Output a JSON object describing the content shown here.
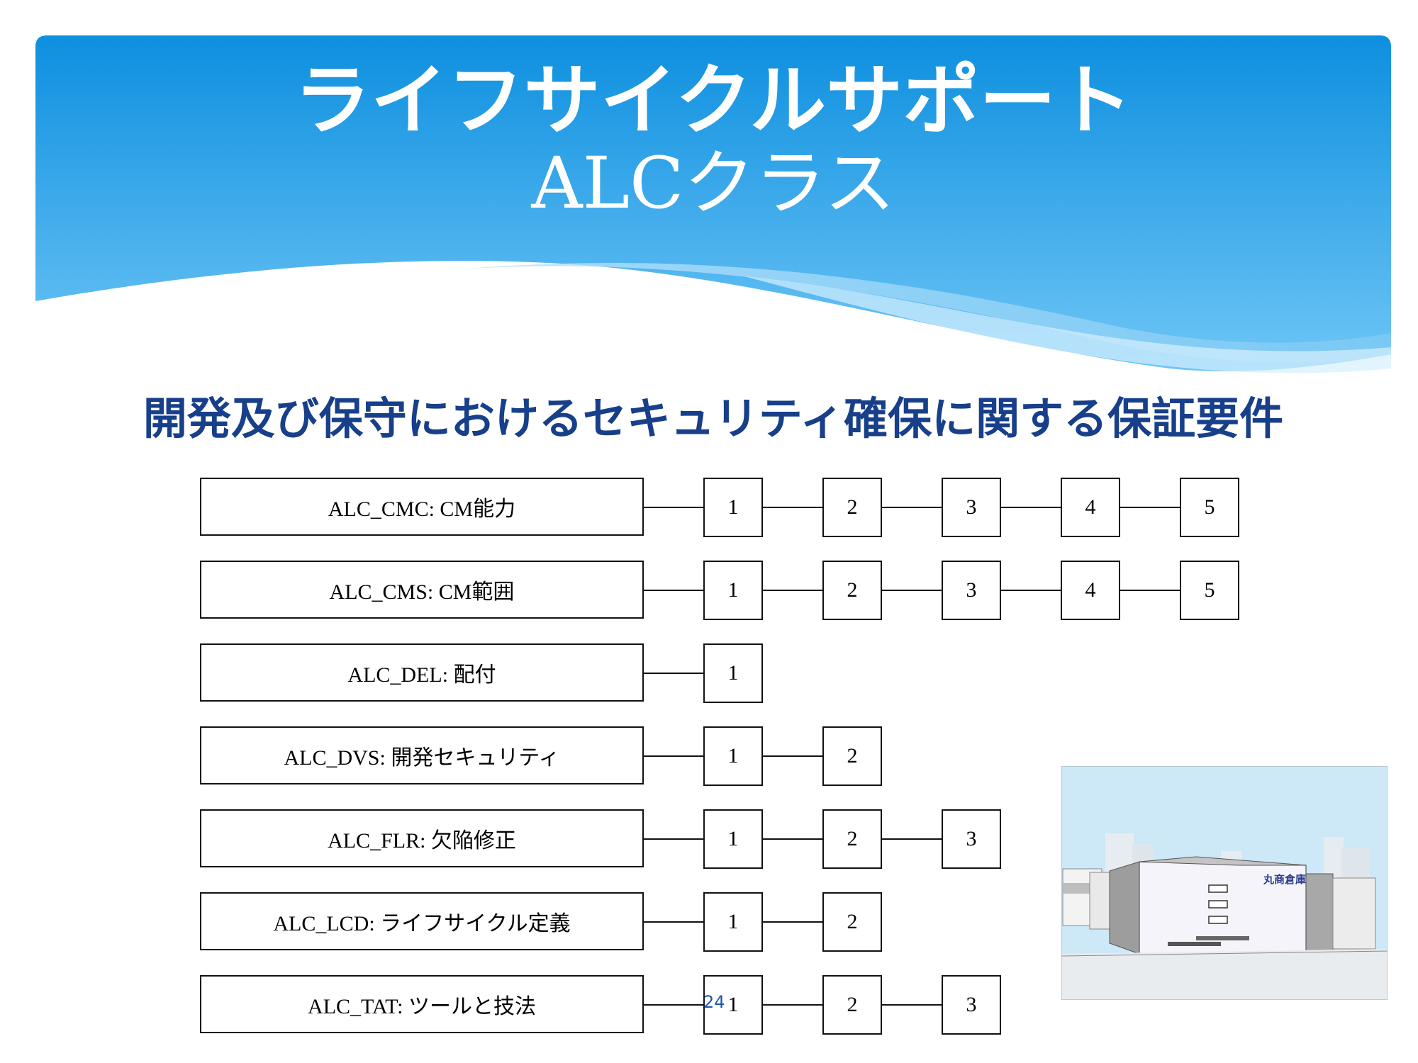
{
  "slide": {
    "title_line1": "ライフサイクルサポート",
    "title_line2": "ALCクラス",
    "subtitle": "開発及び保守におけるセキュリティ確保に関する保証要件",
    "page_number": "24"
  },
  "rows": [
    {
      "label": "ALC_CMC: CM能力",
      "levels": [
        "1",
        "2",
        "3",
        "4",
        "5"
      ]
    },
    {
      "label": "ALC_CMS: CM範囲",
      "levels": [
        "1",
        "2",
        "3",
        "4",
        "5"
      ]
    },
    {
      "label": "ALC_DEL: 配付",
      "levels": [
        "1"
      ]
    },
    {
      "label": "ALC_DVS: 開発セキュリティ",
      "levels": [
        "1",
        "2"
      ]
    },
    {
      "label": "ALC_FLR: 欠陥修正",
      "levels": [
        "1",
        "2",
        "3"
      ]
    },
    {
      "label": "ALC_LCD: ライフサイクル定義",
      "levels": [
        "1",
        "2"
      ]
    },
    {
      "label": "ALC_TAT: ツールと技法",
      "levels": [
        "1",
        "2",
        "3"
      ]
    }
  ],
  "illustration": {
    "sign_text": "丸商倉庫"
  }
}
